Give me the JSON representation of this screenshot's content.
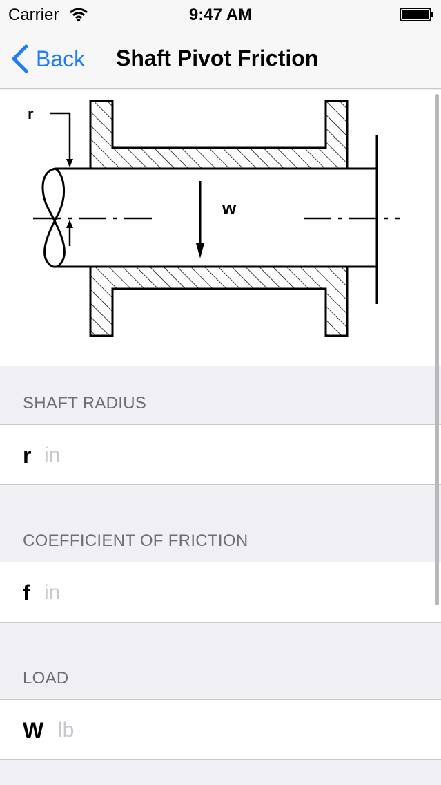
{
  "status_bar": {
    "carrier": "Carrier",
    "time": "9:47 AM",
    "wifi_icon": "wifi-icon",
    "battery_icon": "battery-icon"
  },
  "nav": {
    "back_label": "Back",
    "title": "Shaft Pivot Friction",
    "back_icon": "chevron-left-icon",
    "tint_color": "#1f7cf6"
  },
  "diagram": {
    "radius_label": "r",
    "load_label": "w"
  },
  "sections": [
    {
      "header": "SHAFT RADIUS",
      "symbol": "r",
      "placeholder": "in",
      "value": ""
    },
    {
      "header": "COEFFICIENT OF FRICTION",
      "symbol": "f",
      "placeholder": "in",
      "value": ""
    },
    {
      "header": "LOAD",
      "symbol": "W",
      "placeholder": "lb",
      "value": ""
    }
  ]
}
